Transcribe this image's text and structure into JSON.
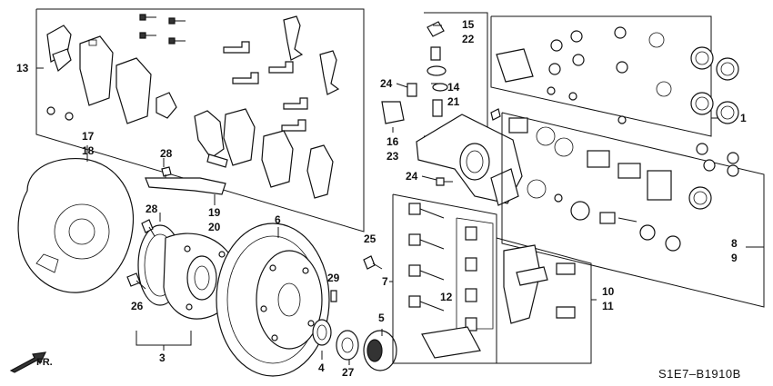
{
  "diagram": {
    "code": "S1E7–B1910B",
    "direction_label": "FR.",
    "callouts": {
      "c1": "1",
      "c3": "3",
      "c4": "4",
      "c5": "5",
      "c6": "6",
      "c7": "7",
      "c8": "8",
      "c9": "9",
      "c10": "10",
      "c11": "11",
      "c12": "12",
      "c13": "13",
      "c14": "14",
      "c15": "15",
      "c16": "16",
      "c17": "17",
      "c18": "18",
      "c19": "19",
      "c20": "20",
      "c21": "21",
      "c22": "22",
      "c23": "23",
      "c24a": "24",
      "c24b": "24",
      "c25": "25",
      "c26": "26",
      "c27": "27",
      "c28a": "28",
      "c28b": "28",
      "c29": "29"
    }
  }
}
